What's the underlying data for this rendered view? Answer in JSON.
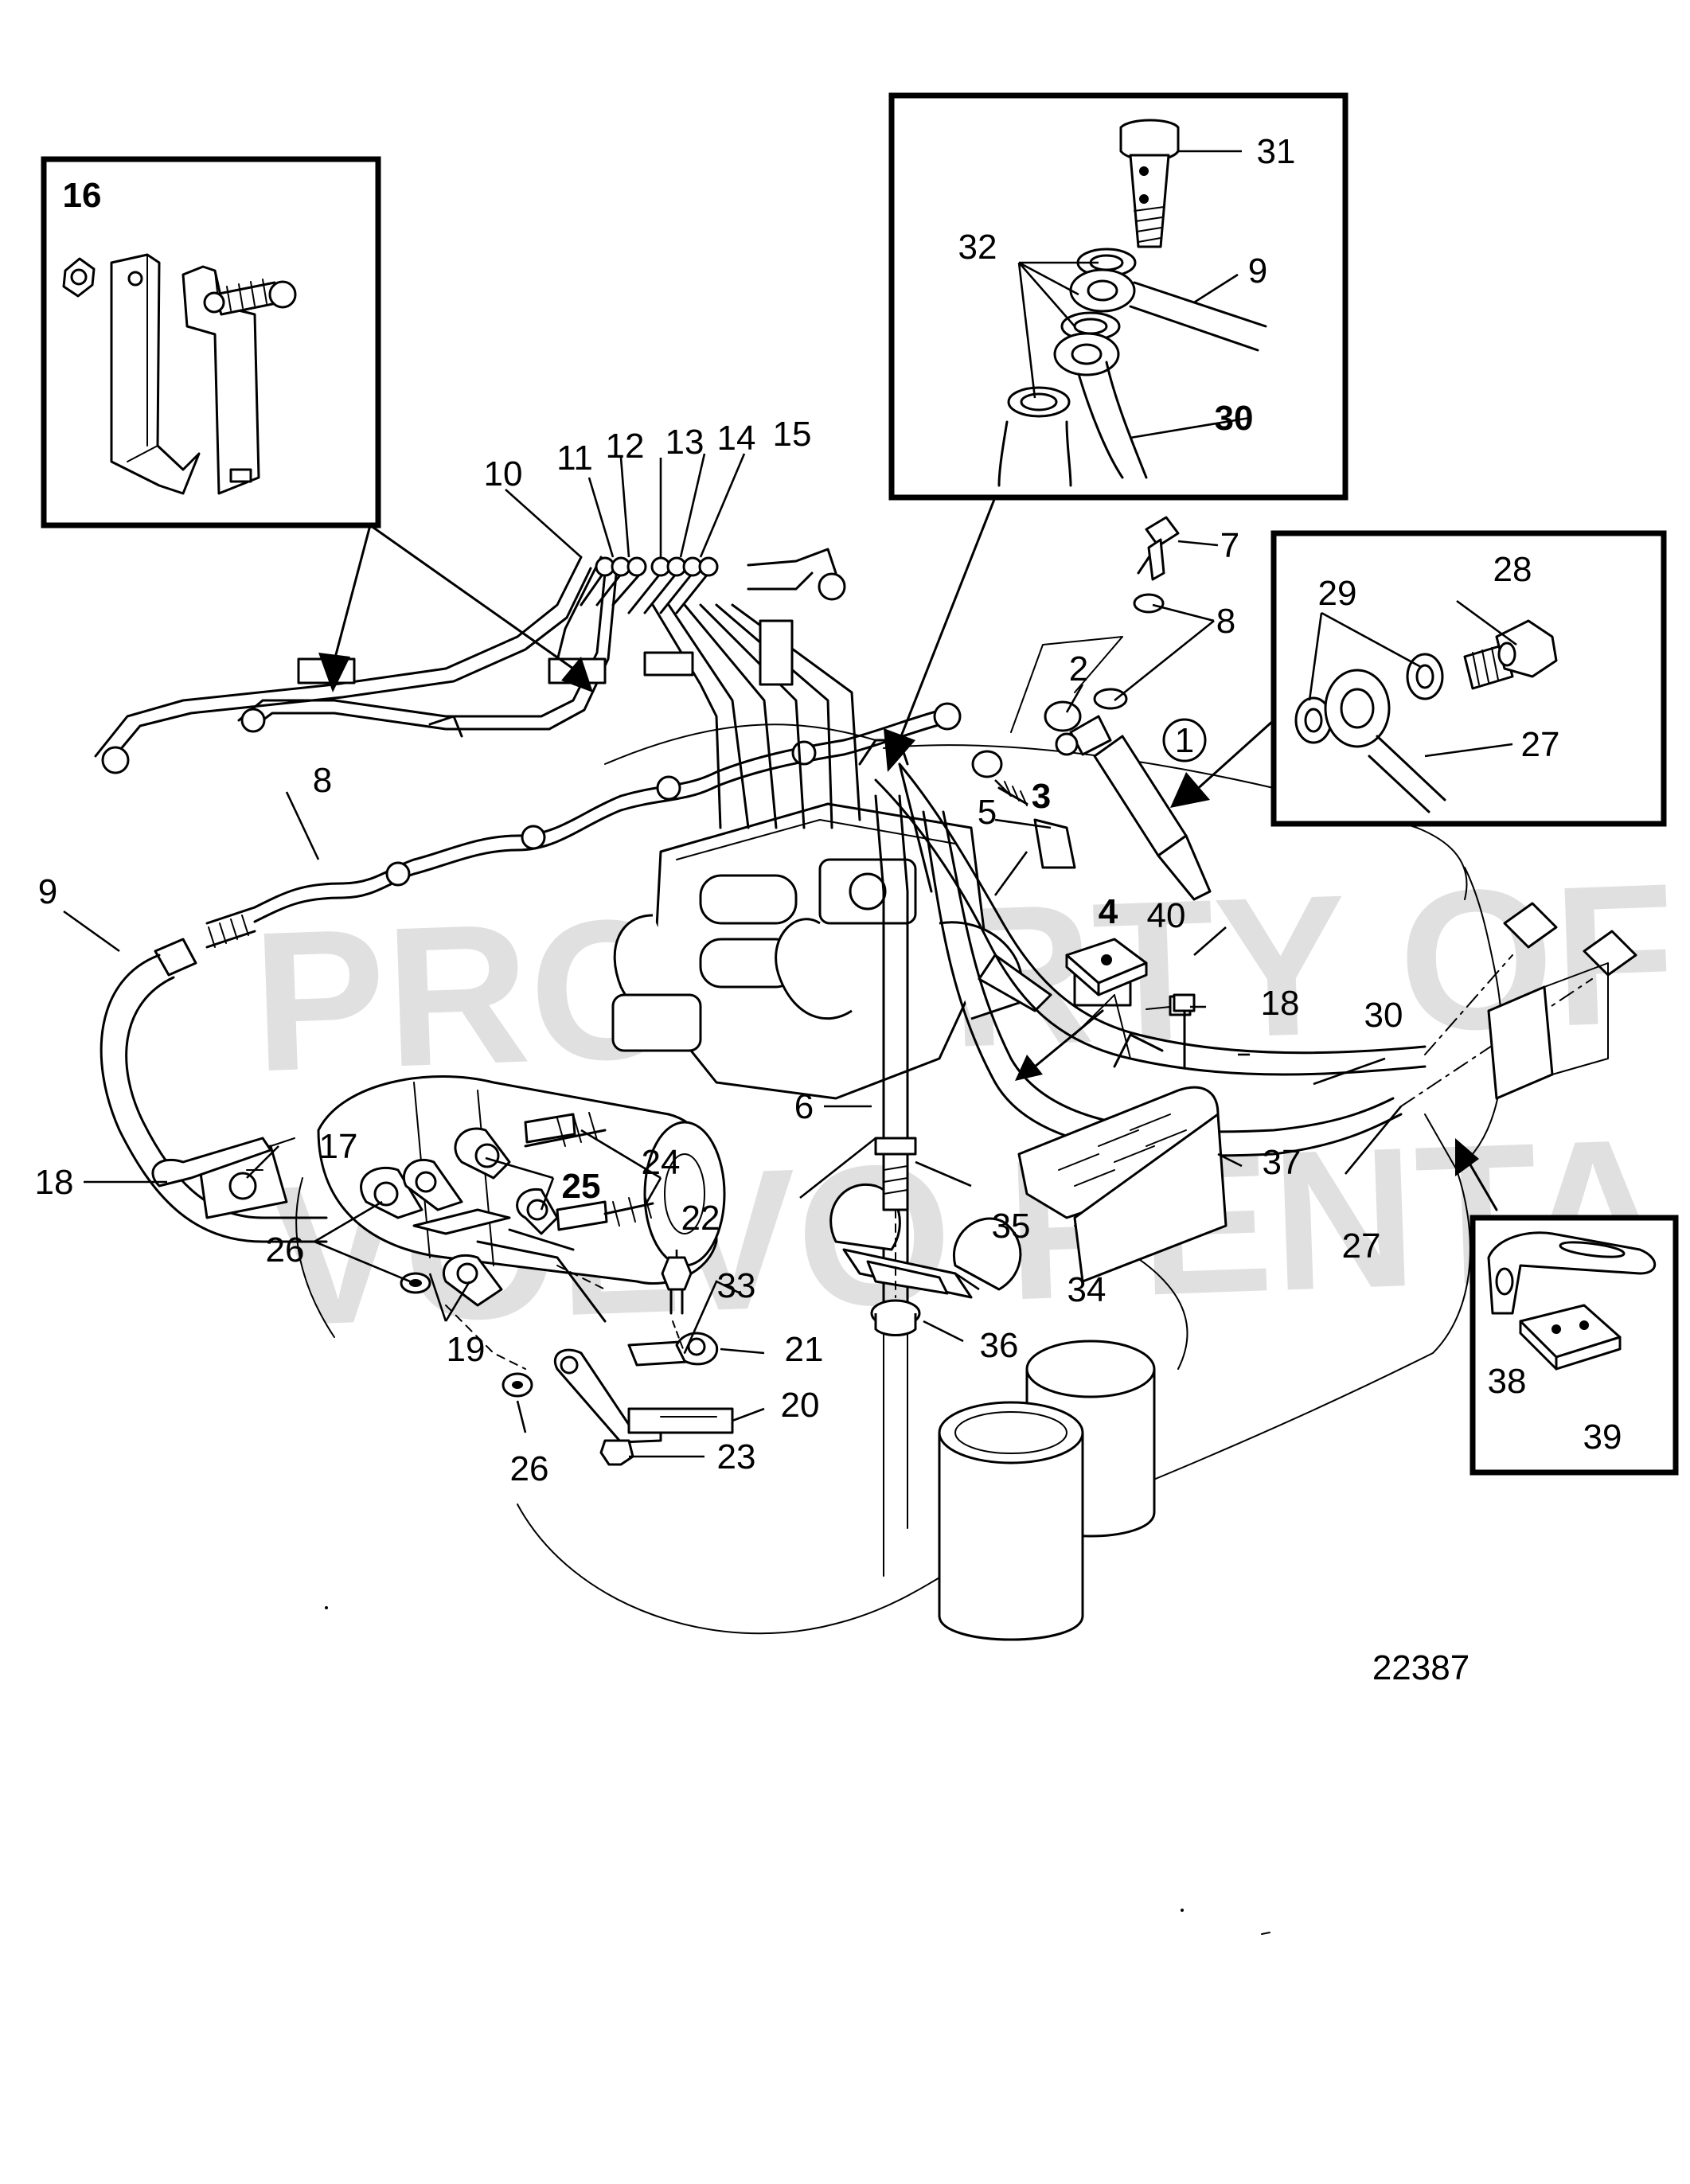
{
  "figure_number": "22387",
  "watermark": {
    "line1": "PROPERTY OF",
    "line2": "VOLVO PENTA"
  },
  "callouts": {
    "c1": "1",
    "c2": "2",
    "c3": "3",
    "c4": "4",
    "c5": "5",
    "c6": "6",
    "c7": "7",
    "c8_top": "8",
    "c8_left": "8",
    "c9_left": "9",
    "c9_inset": "9",
    "c10": "10",
    "c11": "11",
    "c12": "12",
    "c13": "13",
    "c14": "14",
    "c15": "15",
    "c16": "16",
    "c17": "17",
    "c18_left": "18",
    "c18_right": "18",
    "c19": "19",
    "c20": "20",
    "c21": "21",
    "c22": "22",
    "c23": "23",
    "c24": "24",
    "c25": "25",
    "c26_top": "26",
    "c26_bottom": "26",
    "c27_main": "27",
    "c27_inset": "27",
    "c28": "28",
    "c29": "29",
    "c30_main": "30",
    "c30_inset": "30",
    "c31": "31",
    "c32": "32",
    "c33": "33",
    "c34": "34",
    "c35": "35",
    "c36": "36",
    "c37": "37",
    "c38": "38",
    "c39": "39",
    "c40": "40"
  }
}
